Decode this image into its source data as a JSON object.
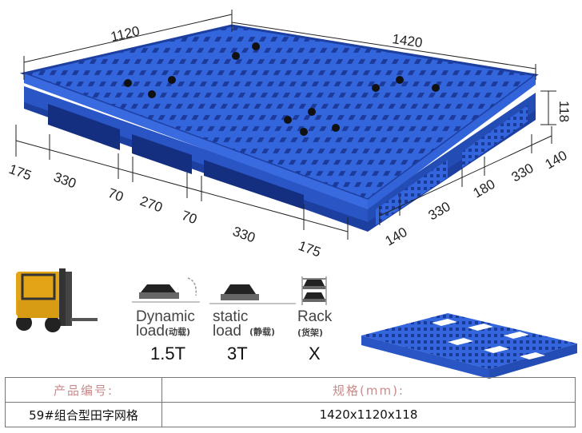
{
  "dimensions": {
    "top_length": "1120",
    "top_width": "1420",
    "height": "118",
    "front_segments": [
      "175",
      "330",
      "70",
      "270",
      "70",
      "330",
      "175"
    ],
    "side_segments": [
      "140",
      "330",
      "180",
      "330",
      "140"
    ]
  },
  "loads": [
    {
      "label_line1": "Dynamic",
      "label_line2": "load",
      "label_cn": "(动载)",
      "value": "1.5T"
    },
    {
      "label_line1": "static",
      "label_line2": "load",
      "label_cn": "(静载)",
      "value": "3T"
    },
    {
      "label_line1": "Rack",
      "label_line2": "",
      "label_cn": "(货架)",
      "value": "X"
    }
  ],
  "table": {
    "headers": [
      "产品编号:",
      "规格(mm):"
    ],
    "row": [
      "59#组合型田字网格",
      "1420x1120x118"
    ]
  },
  "colors": {
    "pallet_blue": "#2f5fd0",
    "pallet_dark": "#1d3fa0",
    "header_text": "#c98b8b"
  }
}
